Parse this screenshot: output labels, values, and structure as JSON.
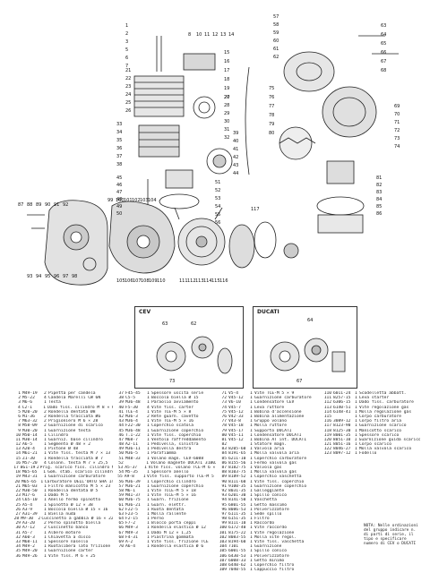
{
  "panels": [
    {
      "label": "CEV",
      "numbers": [
        "63",
        "62",
        "73"
      ]
    },
    {
      "label": "DUCATI",
      "numbers": [
        "64",
        "67"
      ]
    }
  ],
  "callouts": [
    "1",
    "2",
    "3",
    "5",
    "6",
    "7",
    "8",
    "10",
    "11",
    "12",
    "13",
    "14",
    "15",
    "16",
    "17",
    "18",
    "19",
    "20",
    "21",
    "22",
    "23",
    "24",
    "25",
    "26",
    "27",
    "28",
    "29",
    "30",
    "31",
    "32",
    "33",
    "34",
    "35",
    "36",
    "37",
    "38",
    "39",
    "40",
    "41",
    "42",
    "43",
    "44",
    "45",
    "46",
    "47",
    "48",
    "49",
    "50",
    "51",
    "52",
    "53",
    "54",
    "55",
    "56",
    "57",
    "58",
    "59",
    "60",
    "61",
    "62",
    "63",
    "64",
    "65",
    "66",
    "67",
    "68",
    "69",
    "70",
    "71",
    "72",
    "73",
    "74",
    "75",
    "76",
    "77",
    "78",
    "79",
    "80",
    "81",
    "82",
    "83",
    "84",
    "85",
    "86",
    "87",
    "88",
    "89",
    "90",
    "91",
    "92",
    "93",
    "94",
    "95",
    "96",
    "97",
    "98",
    "99",
    "100",
    "101",
    "102",
    "103",
    "104",
    "105",
    "106",
    "107",
    "108",
    "109",
    "110",
    "111",
    "112",
    "113",
    "114",
    "115",
    "116",
    "117"
  ],
  "parts_col1": [
    {
      "n": "1",
      "c": "M49-19",
      "q": "2",
      "d": "Pipetta per candela"
    },
    {
      "n": "2",
      "c": "M5-22",
      "q": "4",
      "d": "Candela Marelli CW 6N"
    },
    {
      "n": "3",
      "c": "M6-6",
      "q": "1",
      "d": "Testa"
    },
    {
      "n": "4",
      "c": "C2-1",
      "q": "1",
      "d": "Dado fiss. cilindro M 8 × 6"
    },
    {
      "n": "5",
      "c": "M20-20",
      "q": "2",
      "d": "Rondella dentata Ø8"
    },
    {
      "n": "6",
      "c": "M1-36",
      "q": "2",
      "d": "Rondella tracciata Ø6"
    },
    {
      "n": "7",
      "c": "M63-32",
      "q": "2",
      "d": "Prigioniero M 6 × 28"
    },
    {
      "n": "8",
      "c": "M58-09",
      "q": "2",
      "d": "Guarnizione di scarico"
    },
    {
      "n": "9",
      "c": "M30-20",
      "q": "1",
      "d": "Guarnizione testa"
    },
    {
      "n": "10",
      "c": "M50-14",
      "q": "1",
      "d": "Cilindro"
    },
    {
      "n": "11",
      "c": "M30-14",
      "q": "1",
      "d": "Guarniz. base cilindro"
    },
    {
      "n": "12",
      "c": "A6-5",
      "q": "1",
      "d": "Segmento Ø 48 × 2"
    },
    {
      "n": "13",
      "c": "A20-4",
      "q": "1",
      "d": "Pistone Ø 48"
    },
    {
      "n": "14",
      "c": "M61-21",
      "q": "1",
      "d": "Vite fiss. testa M 7 × 13"
    },
    {
      "n": "15",
      "c": "Z1-30",
      "q": "1",
      "d": "Rondella tracciata Ø 7"
    },
    {
      "n": "16",
      "c": "M57-20",
      "q": "4",
      "d": "Colonn. testa M 7 × 25,5"
    },
    {
      "n": "17",
      "c": "BG1-19",
      "q": "2",
      "d": "Prig. scarico fiss. cilindro M 7 × 10,5"
    },
    {
      "n": "18",
      "c": "M65-65",
      "q": "1",
      "d": "Gom. stab. scarico cilindro"
    },
    {
      "n": "19",
      "c": "M43-31",
      "q": "1",
      "d": "Guarnizione carburatore"
    },
    {
      "n": "20",
      "c": "M65-65",
      "q": "1",
      "d": "Carburatore DELL'ORTO SHA 14-12"
    },
    {
      "n": "21",
      "c": "M65-03",
      "q": "1",
      "d": "Filtro manicotto M 5 × 23"
    },
    {
      "n": "22",
      "c": "M30-50",
      "q": "1",
      "d": "Rondella dentata Ø 5"
    },
    {
      "n": "23",
      "c": "M17-6",
      "q": "1",
      "d": "Dado M 5"
    },
    {
      "n": "24",
      "c": "C65-10",
      "q": "1",
      "d": "Anello fermo spinotto"
    },
    {
      "n": "25",
      "c": "A5-4",
      "q": "1",
      "d": "Spinotto Ø 12 × 38"
    },
    {
      "n": "26",
      "c": "A3-9",
      "q": "1",
      "d": "Boccola biella Ø 15 × 16"
    },
    {
      "n": "27",
      "c": "A31-39",
      "q": "1",
      "d": "Biella nuda"
    },
    {
      "n": "28",
      "c": "M9-30",
      "q": "2",
      "d": "Cuscinetto a gabbia Ø 16 × 22 × 12 P"
    },
    {
      "n": "29",
      "c": "A3-20",
      "q": "2",
      "d": "Perno spinotto biella"
    },
    {
      "n": "30",
      "c": "A7-12",
      "q": "2",
      "d": "Cuscinetto banco"
    },
    {
      "n": "31",
      "c": "A5-7",
      "q": "1",
      "d": "Albero motore"
    },
    {
      "n": "32",
      "c": "A60-3",
      "q": "1",
      "d": "Chiavetta a disco"
    },
    {
      "n": "33",
      "c": "M68-11",
      "q": "1",
      "d": "Spessore nasello"
    },
    {
      "n": "34",
      "c": "M49-2",
      "q": "1",
      "d": "Ruotalibera lato frizione"
    },
    {
      "n": "35",
      "c": "M49-20",
      "q": "1",
      "d": "Guarnizione carter"
    },
    {
      "n": "36",
      "c": "M49-26",
      "q": "1",
      "d": "Vite fiss. M 6 × 25"
    }
  ],
  "parts_col2": [
    {
      "n": "37",
      "c": "F45-45",
      "q": "1",
      "d": "Spessore uscita serie"
    },
    {
      "n": "38",
      "c": "C5-5",
      "q": "1",
      "d": "Boccola biella Ø 15"
    },
    {
      "n": "39",
      "c": "M36-48",
      "q": "1",
      "d": "Paraolio avviamento"
    },
    {
      "n": "40",
      "c": "F5-30",
      "q": "4",
      "d": "Vite fiss. carter"
    },
    {
      "n": "41",
      "c": "TCE-4",
      "q": "1",
      "d": "Vite TCE-M 5 × 8"
    },
    {
      "n": "42",
      "c": "M36-3",
      "q": "2",
      "d": "Rete guarn. cavetto"
    },
    {
      "n": "43",
      "c": "M36-4",
      "q": "1",
      "d": "Vite TCE-M 5 × 16"
    },
    {
      "n": "44",
      "c": "F22-30",
      "q": "1",
      "d": "Coperchio scatola"
    },
    {
      "n": "45",
      "c": "M36-48",
      "q": "1",
      "d": "Guarnizione coperchio"
    },
    {
      "n": "46",
      "c": "T.1-22",
      "q": "1",
      "d": "Vite fiss. coperchio"
    },
    {
      "n": "47",
      "c": "M68-7",
      "q": "1",
      "d": "Ventola raffreddamento"
    },
    {
      "n": "48",
      "c": "A2-11",
      "q": "1",
      "d": "Pedivella, sinistra"
    },
    {
      "n": "49",
      "c": "M36-11",
      "q": "1",
      "d": "Pedivella destra"
    },
    {
      "n": "50",
      "c": "M36-5",
      "q": "1",
      "d": "Parafiamma"
    },
    {
      "n": "51",
      "c": "M48-33",
      "q": "1",
      "d": "Volano magn. CEV-6088"
    },
    {
      "n": "52",
      "c": "",
      "q": "1",
      "d": "Volano magnete DUCATI 31B02"
    },
    {
      "n": "53",
      "c": "A5-37",
      "q": "1",
      "d": "Vite fiss. volano TCE-M 6 × 18"
    },
    {
      "n": "54",
      "c": "M5-35",
      "q": "1",
      "d": "Spessore anello"
    },
    {
      "n": "55",
      "c": "A9-8",
      "q": "1",
      "d": "Vite fiss. supporto TCE-M 5 × 20"
    },
    {
      "n": "56",
      "c": "M36-39",
      "q": "1",
      "d": "Coperchio cilindro"
    },
    {
      "n": "57",
      "c": "M36-21",
      "q": "1",
      "d": "Guarnizione coperchio"
    },
    {
      "n": "58",
      "c": "M6-1",
      "q": "1",
      "d": "Vite TCCE-M 5 × 18"
    },
    {
      "n": "59",
      "c": "M41-37",
      "q": "1",
      "d": "Vite TCCE-M 5 × 16"
    },
    {
      "n": "60",
      "c": "M36-75",
      "q": "1",
      "d": "Guarn. frizione"
    },
    {
      "n": "61",
      "c": "M36-21",
      "q": "1",
      "d": "Guarn. elettr."
    },
    {
      "n": "62",
      "c": "F22-5",
      "q": "1",
      "d": "Ruota dentata"
    },
    {
      "n": "63",
      "c": "F23-5",
      "q": "1",
      "d": "Molla rallente"
    },
    {
      "n": "64",
      "c": "F2-15",
      "q": "1",
      "d": "Perno"
    },
    {
      "n": "65",
      "c": "F7-2",
      "q": "1",
      "d": "Blocco porta ceppi"
    },
    {
      "n": "66",
      "c": "M49-3",
      "q": "1",
      "d": "Rondella elastica Ø 12"
    },
    {
      "n": "67",
      "c": "M49-3",
      "q": "1",
      "d": "Dado M 12 × 1,25"
    },
    {
      "n": "68",
      "c": "F4-31",
      "q": "1",
      "d": "Piastrina gommata"
    },
    {
      "n": "69",
      "c": "A-2",
      "q": "1",
      "d": "Vite fiss. frizione TCE"
    },
    {
      "n": "70",
      "c": "A6-4",
      "q": "1",
      "d": "Rondella elastica Ø 6"
    }
  ],
  "parts_col3": [
    {
      "n": "71",
      "c": "V5-4",
      "q": "1",
      "d": "Vite TCE-M 5 × 9"
    },
    {
      "n": "72",
      "c": "V45-12",
      "q": "1",
      "d": "Guarnizione carburatore"
    },
    {
      "n": "73",
      "c": "V6-10",
      "q": "1",
      "d": "Condensatore CEV"
    },
    {
      "n": "74",
      "c": "V45-7",
      "q": "1",
      "d": "Leva ruttore"
    },
    {
      "n": "75",
      "c": "V45-12",
      "q": "1",
      "d": "Bobina d'accensione"
    },
    {
      "n": "76",
      "c": "V42-33",
      "q": "1",
      "d": "Bobina alimentazione"
    },
    {
      "n": "77",
      "c": "V43-8",
      "q": "1",
      "d": "Gruppo volano"
    },
    {
      "n": "78",
      "c": "V45-18",
      "q": "1",
      "d": "Molla ruttore"
    },
    {
      "n": "79",
      "c": "V45-17",
      "q": "1",
      "d": "Supporto DUCATI"
    },
    {
      "n": "80",
      "c": "V45-11",
      "q": "1",
      "d": "Condensatore DUCATI"
    },
    {
      "n": "81",
      "c": "V45-12",
      "q": "1",
      "d": "Bobina AT int. DUCATI"
    },
    {
      "n": "82",
      "c": "",
      "q": "1",
      "d": "Statore magn."
    },
    {
      "n": "83",
      "c": "8205-60",
      "q": "1",
      "d": "Valvola aria"
    },
    {
      "n": "84",
      "c": "8191-65",
      "q": "1",
      "d": "Molla valvola aria"
    },
    {
      "n": "85",
      "c": "6211-10",
      "q": "1",
      "d": "Coperchio carburatore"
    },
    {
      "n": "86",
      "c": "8155-56",
      "q": "1",
      "d": "Fermo valvola gas"
    },
    {
      "n": "87",
      "c": "8182-75",
      "q": "1",
      "d": "Valvola gas"
    },
    {
      "n": "88",
      "c": "8103-75",
      "q": "1",
      "d": "Molla valvola gas"
    },
    {
      "n": "89",
      "c": "8189-52",
      "q": "1",
      "d": "Coperchio vaschetta"
    },
    {
      "n": "90",
      "c": "8111-60",
      "q": "1",
      "d": "Vite fiss. coperchio"
    },
    {
      "n": "91",
      "c": "9100-35",
      "q": "1",
      "d": "Guarnizione coperchio"
    },
    {
      "n": "92",
      "c": "8031-35",
      "q": "1",
      "d": "Galleggiante"
    },
    {
      "n": "93",
      "c": "6201-30",
      "q": "1",
      "d": "Spillo conico"
    },
    {
      "n": "94",
      "c": "8141-50",
      "q": "1",
      "d": "Vaschetta"
    },
    {
      "n": "95",
      "c": "6801-55",
      "q": "1",
      "d": "Getto massimo"
    },
    {
      "n": "96",
      "c": "8086-53",
      "q": "1",
      "d": "Polverizzatore"
    },
    {
      "n": "97",
      "c": "6111-35",
      "q": "1",
      "d": "Sede spillo"
    },
    {
      "n": "98",
      "c": "6151-35",
      "q": "1",
      "d": "Filtro"
    },
    {
      "n": "99",
      "c": "8111-10",
      "q": "1",
      "d": "Raccordo"
    },
    {
      "n": "100",
      "c": "6172-40",
      "q": "1",
      "d": "Vite raccordo"
    },
    {
      "n": "101",
      "c": "8175-22",
      "q": "1",
      "d": "Vite regolazione"
    },
    {
      "n": "102",
      "c": "8083-55",
      "q": "1",
      "d": "Molla vite regol."
    },
    {
      "n": "103",
      "c": "8194-60",
      "q": "1",
      "d": "Vite fiss. vaschetta"
    },
    {
      "n": "104",
      "c": "7101",
      "q": "1",
      "d": "Guarnizione"
    },
    {
      "n": "105",
      "c": "6001-55",
      "q": "1",
      "d": "Spillo conico"
    },
    {
      "n": "106",
      "c": "6430-53",
      "q": "1",
      "d": "Polverizzatore"
    },
    {
      "n": "107",
      "c": "6008-33",
      "q": "1",
      "d": "Getto minimo"
    },
    {
      "n": "108",
      "c": "6440-62",
      "q": "1",
      "d": "Coperchio filtro"
    },
    {
      "n": "109",
      "c": "7040-55",
      "q": "1",
      "d": "Cappuccio filtro"
    }
  ],
  "parts_col4": [
    {
      "n": "110",
      "c": "6011-24",
      "q": "1",
      "d": "Scodelletta abbatt."
    },
    {
      "n": "111",
      "c": "8257-15",
      "q": "1",
      "d": "Leva starter"
    },
    {
      "n": "112",
      "c": "6306-15",
      "q": "1",
      "d": "Dado fiss. carburatore"
    },
    {
      "n": "113",
      "c": "6140-51",
      "q": "1",
      "d": "Vite regolazione gas"
    },
    {
      "n": "114",
      "c": "6148-41",
      "q": "1",
      "d": "Molla regolazione gas"
    },
    {
      "n": "115",
      "c": "",
      "q": "1",
      "d": "Corpo carburatore"
    },
    {
      "n": "116",
      "c": "3089-12",
      "q": "1",
      "d": "Corpo filtro aria"
    },
    {
      "n": "117",
      "c": "8123-90",
      "q": "1",
      "d": "Guarnizione scarico"
    },
    {
      "n": "118",
      "c": "8125-30",
      "q": "1",
      "d": "Manicotto scarico"
    },
    {
      "n": "119",
      "c": "8001-35",
      "q": "1",
      "d": "Spessore scarico"
    },
    {
      "n": "120",
      "c": "8051-10",
      "q": "1",
      "d": "Guarnizione guida scarico"
    },
    {
      "n": "121",
      "c": "8051-16",
      "q": "1",
      "d": "Corpo scarico"
    },
    {
      "n": "122",
      "c": "8046-27",
      "q": "1",
      "d": "Molla valvola scarico"
    },
    {
      "n": "123",
      "c": "8097-12",
      "q": "1",
      "d": "Fodello"
    }
  ],
  "note": "NOTA: Nelle ordinazioni del gruppo indicare n. di parti di serie, il tipo e specificare numero di CEV o DUCATI"
}
